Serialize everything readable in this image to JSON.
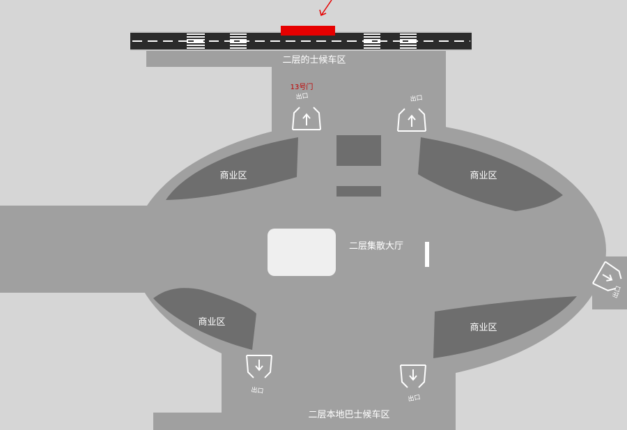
{
  "map": {
    "title_hall": "二层集散大厅",
    "upper_taxi_zone": "二层的士候车区",
    "lower_bus_zone": "二层本地巴士候车区",
    "gate_label": "13号门",
    "commercial_zones": [
      "商业区",
      "商业区",
      "商业区",
      "商业区"
    ],
    "exit_label": "出口",
    "highlight_color": "#e60000",
    "marker_color": "#e60000"
  }
}
